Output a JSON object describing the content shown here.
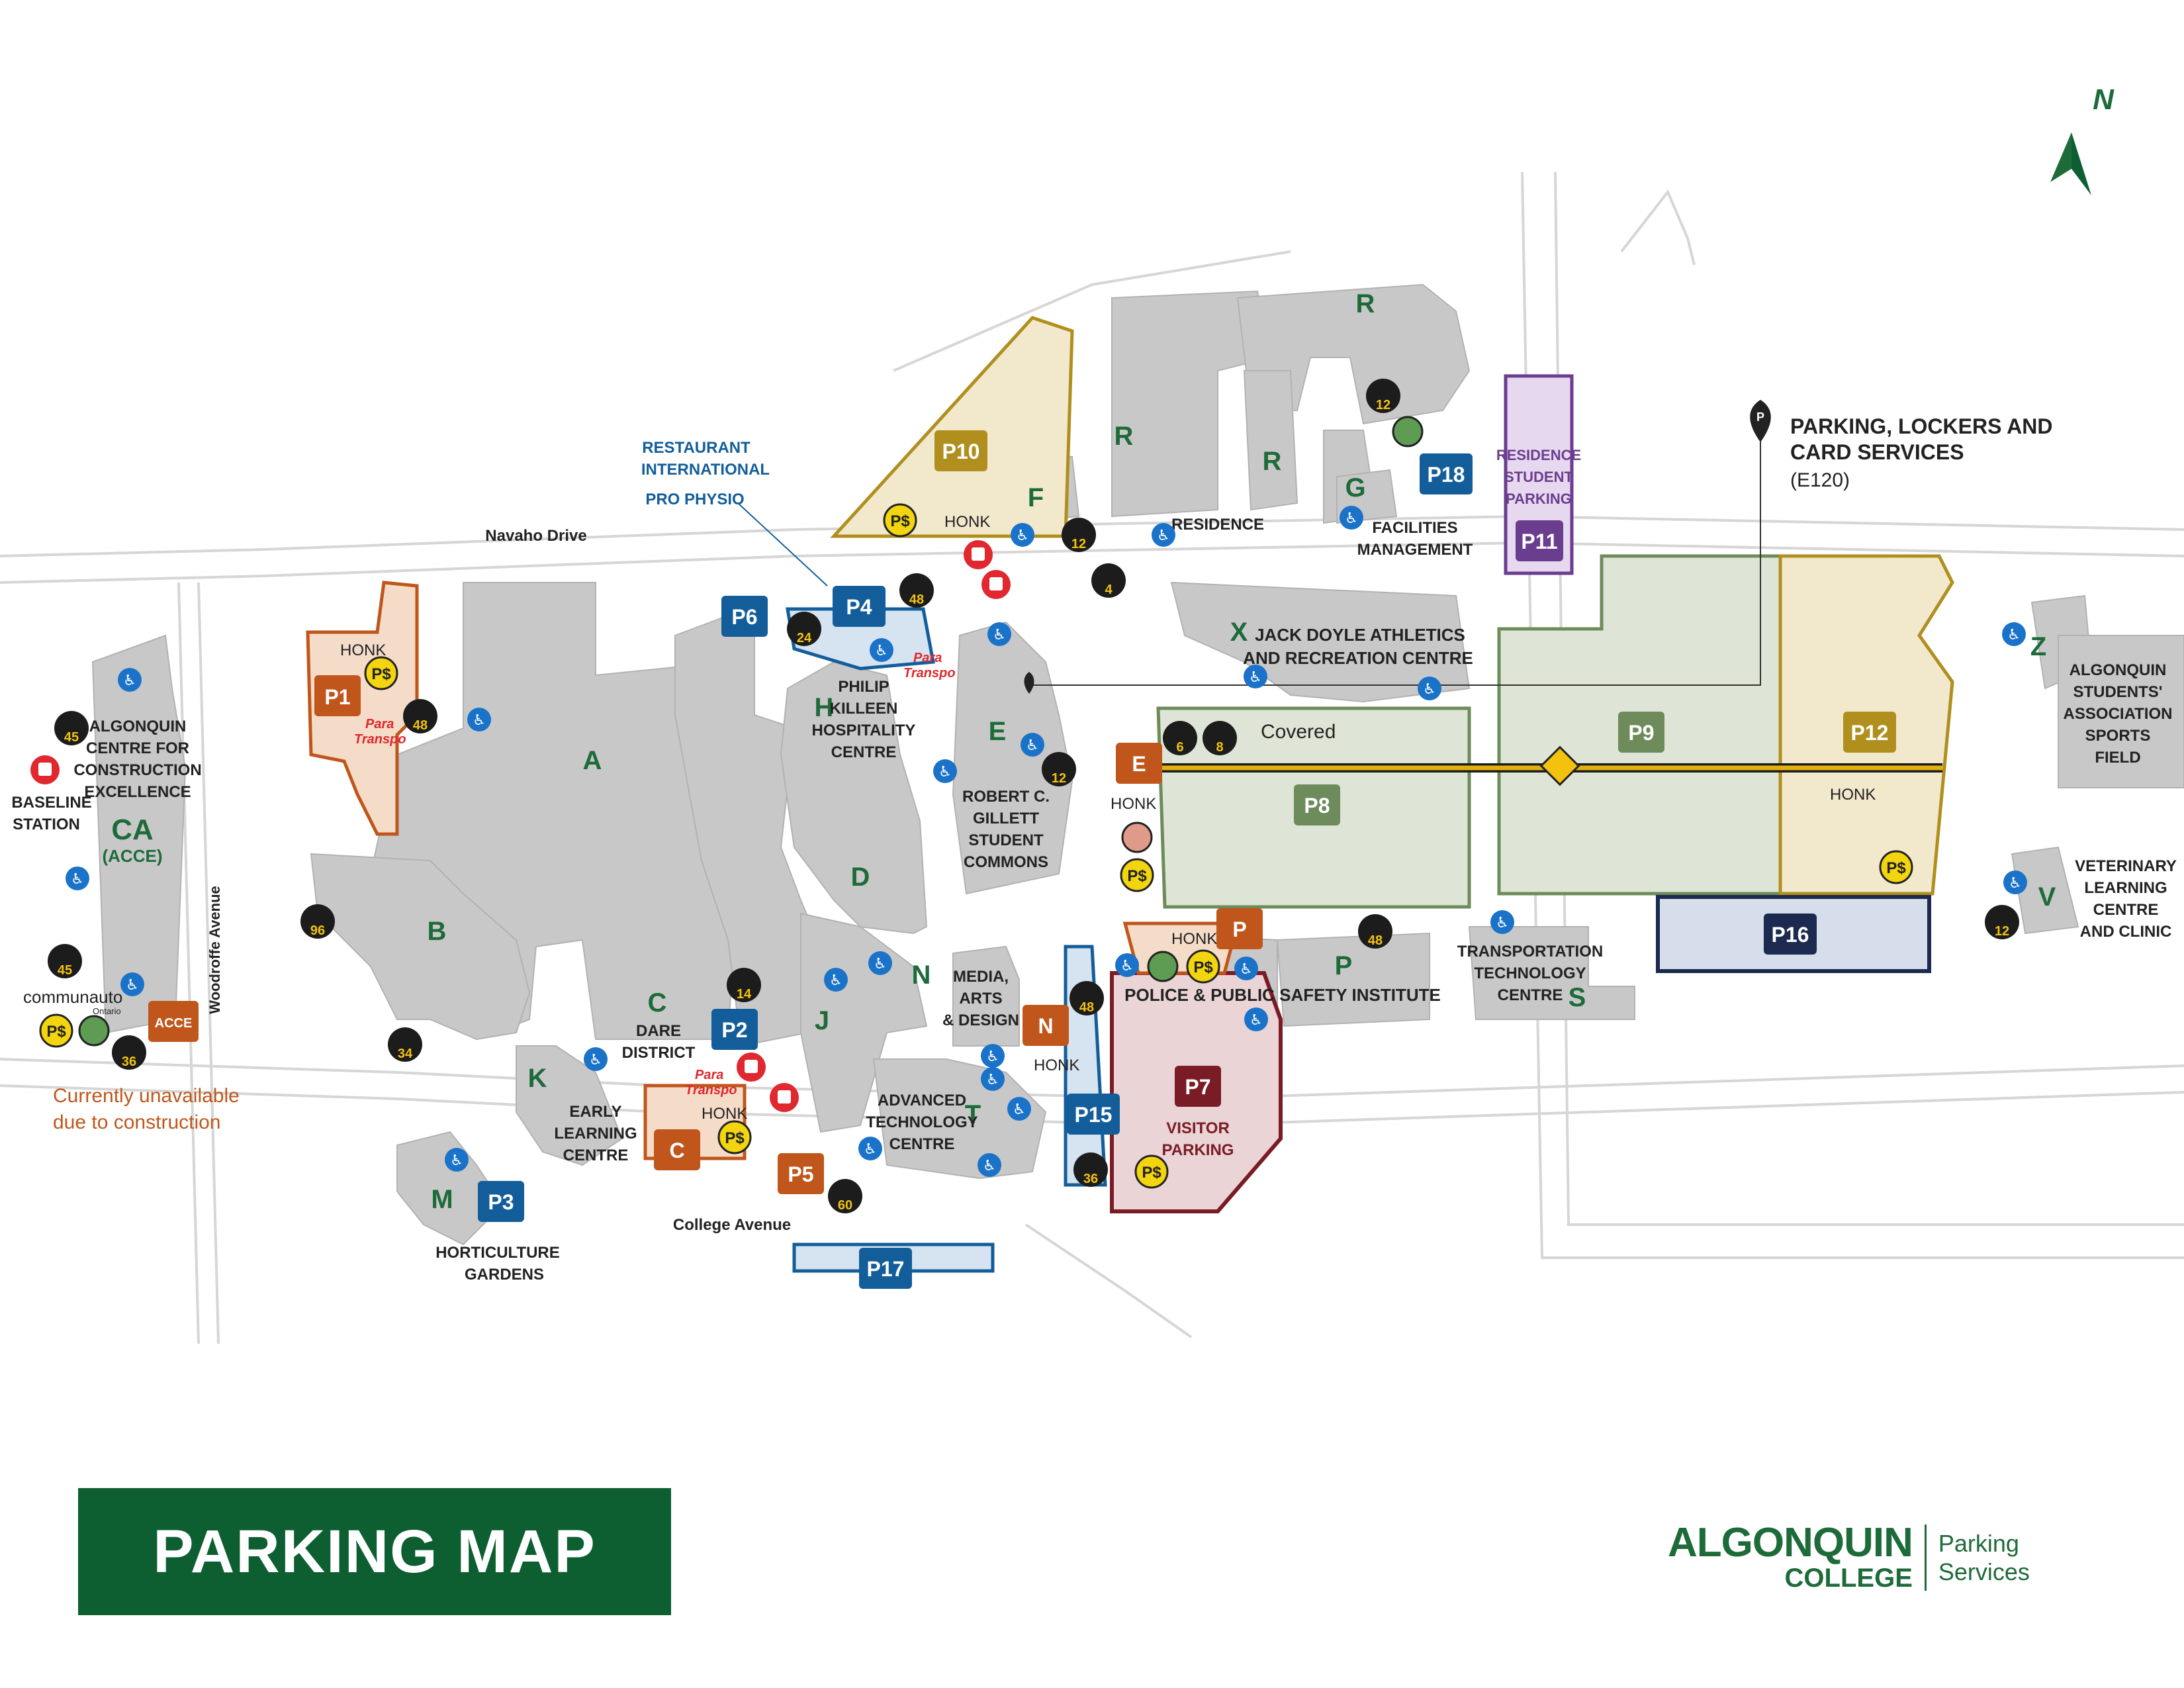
{
  "title": "PARKING MAP",
  "logo": {
    "line1": "ALGONQUIN",
    "line2": "COLLEGE",
    "service1": "Parking",
    "service2": "Services"
  },
  "north": "N",
  "roads": {
    "navaho": "Navaho Drive",
    "woodroffe": "Woodroffe Avenue",
    "college": "College Avenue"
  },
  "info_pin": {
    "line1": "PARKING, LOCKERS AND",
    "line2": "CARD SERVICES",
    "line3": "(E120)"
  },
  "notice": {
    "line1": "Currently unavailable",
    "line2": "due to construction"
  },
  "covered": "Covered",
  "honk": "HONK",
  "para": {
    "line1": "Para",
    "line2": "Transpo"
  },
  "communauto": {
    "name": "communauto",
    "region": "Ontario"
  },
  "lots": {
    "p1": "P1",
    "p2": "P2",
    "p3": "P3",
    "p4": "P4",
    "p5": "P5",
    "p6": "P6",
    "p7": "P7",
    "p7sub1": "VISITOR",
    "p7sub2": "PARKING",
    "p8": "P8",
    "p9": "P9",
    "p10": "P10",
    "p11": "P11",
    "p11sub1": "RESIDENCE",
    "p11sub2": "STUDENT",
    "p11sub3": "PARKING",
    "p12": "P12",
    "p15": "P15",
    "p16": "P16",
    "p17": "P17",
    "p18": "P18",
    "acce": "ACCE",
    "c": "C",
    "e": "E",
    "n": "N",
    "p": "P"
  },
  "buildings": {
    "a": "A",
    "b": "B",
    "c": "C",
    "d": "D",
    "e": "E",
    "f": "F",
    "g": "G",
    "h": "H",
    "j": "J",
    "k": "K",
    "m": "M",
    "n": "N",
    "p": "P",
    "r": "R",
    "s": "S",
    "t": "T",
    "v": "V",
    "x": "X",
    "z": "Z",
    "ca": "CA",
    "ca_sub": "(ACCE)"
  },
  "labels": {
    "baseline1": "BASELINE",
    "baseline2": "STATION",
    "acce1": "ALGONQUIN",
    "acce2": "CENTRE FOR",
    "acce3": "CONSTRUCTION",
    "acce4": "EXCELLENCE",
    "rest1": "RESTAURANT",
    "rest2": "INTERNATIONAL",
    "physio": "PRO PHYSIO",
    "residence": "RESIDENCE",
    "fac1": "FACILITIES",
    "fac2": "MANAGEMENT",
    "jack1": "JACK DOYLE ATHLETICS",
    "jack2": "AND RECREATION CENTRE",
    "phil1": "PHILIP",
    "phil2": "KILLEEN",
    "phil3": "HOSPITALITY",
    "phil4": "CENTRE",
    "rob1": "ROBERT C.",
    "rob2": "GILLETT",
    "rob3": "STUDENT",
    "rob4": "COMMONS",
    "asa1": "ALGONQUIN",
    "asa2": "STUDENTS'",
    "asa3": "ASSOCIATION",
    "asa4": "SPORTS",
    "asa5": "FIELD",
    "vet1": "VETERINARY",
    "vet2": "LEARNING",
    "vet3": "CENTRE",
    "vet4": "AND CLINIC",
    "media1": "MEDIA,",
    "media2": "ARTS",
    "media3": "& DESIGN",
    "police": "POLICE & PUBLIC SAFETY INSTITUTE",
    "trans1": "TRANSPORTATION",
    "trans2": "TECHNOLOGY",
    "trans3": "CENTRE",
    "dare1": "DARE",
    "dare2": "DISTRICT",
    "adv1": "ADVANCED",
    "adv2": "TECHNOLOGY",
    "adv3": "CENTRE",
    "early1": "EARLY",
    "early2": "LEARNING",
    "early3": "CENTRE",
    "hort1": "HORTICULTURE",
    "hort2": "GARDENS"
  },
  "bike_counts": {
    "b45a": "45",
    "b45b": "45",
    "b36a": "36",
    "b96": "96",
    "b34": "34",
    "b48a": "48",
    "b24": "24",
    "b48b": "48",
    "b12a": "12",
    "b4": "4",
    "b12b": "12",
    "b12c": "12",
    "b6": "6",
    "b8": "8",
    "b14": "14",
    "b60": "60",
    "b48c": "48",
    "b36b": "36",
    "b48d": "48",
    "b12d": "12"
  },
  "colors": {
    "building": "#c8c8c8",
    "green": "#1e6b3a",
    "orange": "#c0561b",
    "blue": "#135e9a",
    "lot_gold": "#b08f1e",
    "lot_green": "#6e8b5b",
    "lot_purple": "#6b3d8f",
    "lot_navy": "#1b2a4e",
    "lot_maroon": "#7a1c25",
    "accessible": "#1a73c9"
  }
}
